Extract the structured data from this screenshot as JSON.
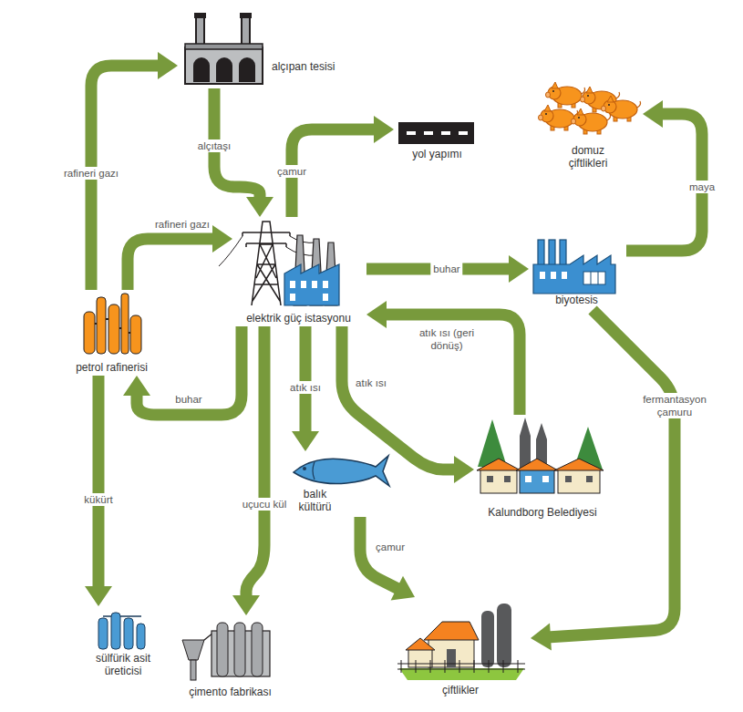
{
  "diagram": {
    "nodes": [
      {
        "text": [
          "alçıpan tesisi"
        ]
      },
      {
        "text": [
          "yol yapımı"
        ]
      },
      {
        "text": [
          "domuz çiftlikleri"
        ]
      },
      {
        "text": [
          "elektrik güç istasyonu"
        ]
      },
      {
        "text": [
          "biyotesis"
        ]
      },
      {
        "text": [
          "petrol rafinerisi"
        ]
      },
      {
        "text": [
          "balık kültürü"
        ]
      },
      {
        "text": [
          "Kalundborg Belediyesi"
        ]
      },
      {
        "text": [
          "sülfürik asit üreticisi"
        ]
      },
      {
        "text": [
          "çimento fabrikası"
        ]
      },
      {
        "text": [
          "çiftlikler"
        ]
      }
    ],
    "edges": [
      {
        "from": 5,
        "to": 0,
        "label": "rafineri gazı",
        "arrow": "to"
      },
      {
        "from": 0,
        "to": 3,
        "label": "alçıtaşı",
        "arrow": "to"
      },
      {
        "from": 5,
        "to": 3,
        "label": "rafineri gazı",
        "arrow": "to"
      },
      {
        "from": 3,
        "to": 1,
        "label": "çamur",
        "arrow": "to"
      },
      {
        "from": 3,
        "to": 4,
        "label": "buhar",
        "arrow": "to"
      },
      {
        "from": 4,
        "to": 2,
        "label": "maya",
        "arrow": "to"
      },
      {
        "from": 7,
        "to": 3,
        "label": "atık ısı (geri dönüş)",
        "arrow": "to"
      },
      {
        "from": 3,
        "to": 5,
        "label": "buhar",
        "arrow": "to"
      },
      {
        "from": 3,
        "to": 6,
        "label": "atık ısı",
        "arrow": "to"
      },
      {
        "from": 3,
        "to": 7,
        "label": "atık ısı",
        "arrow": "to"
      },
      {
        "from": 4,
        "to": 10,
        "label": "fermantasyon çamuru",
        "arrow": "to"
      },
      {
        "from": 5,
        "to": 8,
        "label": "kükürt",
        "arrow": "to"
      },
      {
        "from": 3,
        "to": 9,
        "label": "uçucu kül",
        "arrow": "to"
      },
      {
        "from": 6,
        "to": 10,
        "label": "çamur",
        "arrow": "to"
      }
    ]
  }
}
